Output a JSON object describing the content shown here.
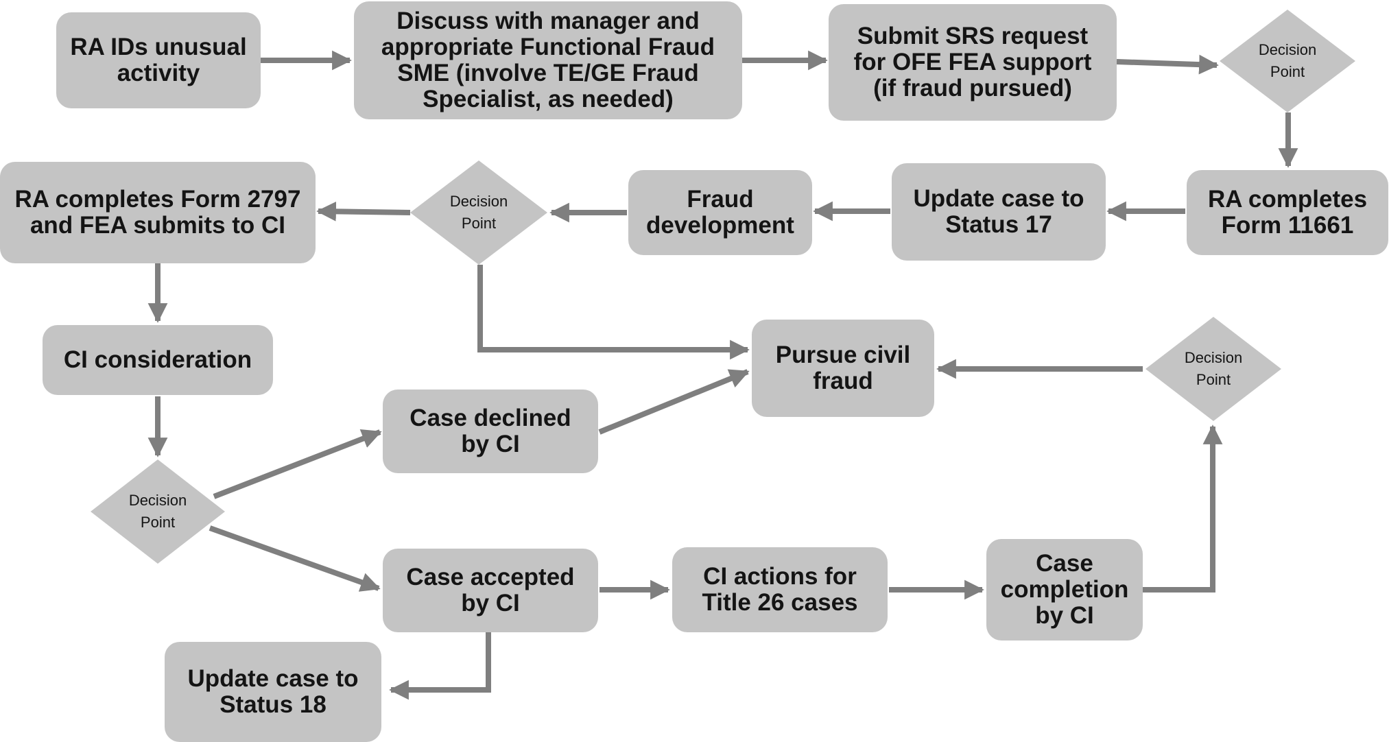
{
  "colors": {
    "box_fill": "#c4c4c4",
    "arrow": "#7f7f7f",
    "text": "#141414",
    "background": "#ffffff"
  },
  "nodes": {
    "ra_ids": "RA IDs unusual\nactivity",
    "discuss": "Discuss with manager and\nappropriate Functional Fraud\nSME (involve TE/GE Fraud\nSpecialist, as needed)",
    "submit_srs": "Submit SRS request\nfor OFE FEA support\n(if fraud pursued)",
    "ra_form_11661": "RA completes\nForm 11661",
    "status_17": "Update case to\nStatus 17",
    "fraud_dev": "Fraud\ndevelopment",
    "ra_form_2797": "RA completes Form 2797\nand FEA submits to CI",
    "ci_consideration": "CI consideration",
    "pursue_civil": "Pursue civil\nfraud",
    "case_declined": "Case declined\nby CI",
    "case_accepted": "Case accepted\nby CI",
    "ci_actions": "CI actions for\nTitle 26 cases",
    "case_completion": "Case\ncompletion\nby CI",
    "status_18": "Update case to\nStatus 18"
  },
  "decisions": {
    "d1": "Decision\nPoint",
    "d2": "Decision\nPoint",
    "d3": "Decision\nPoint",
    "d4": "Decision\nPoint"
  }
}
